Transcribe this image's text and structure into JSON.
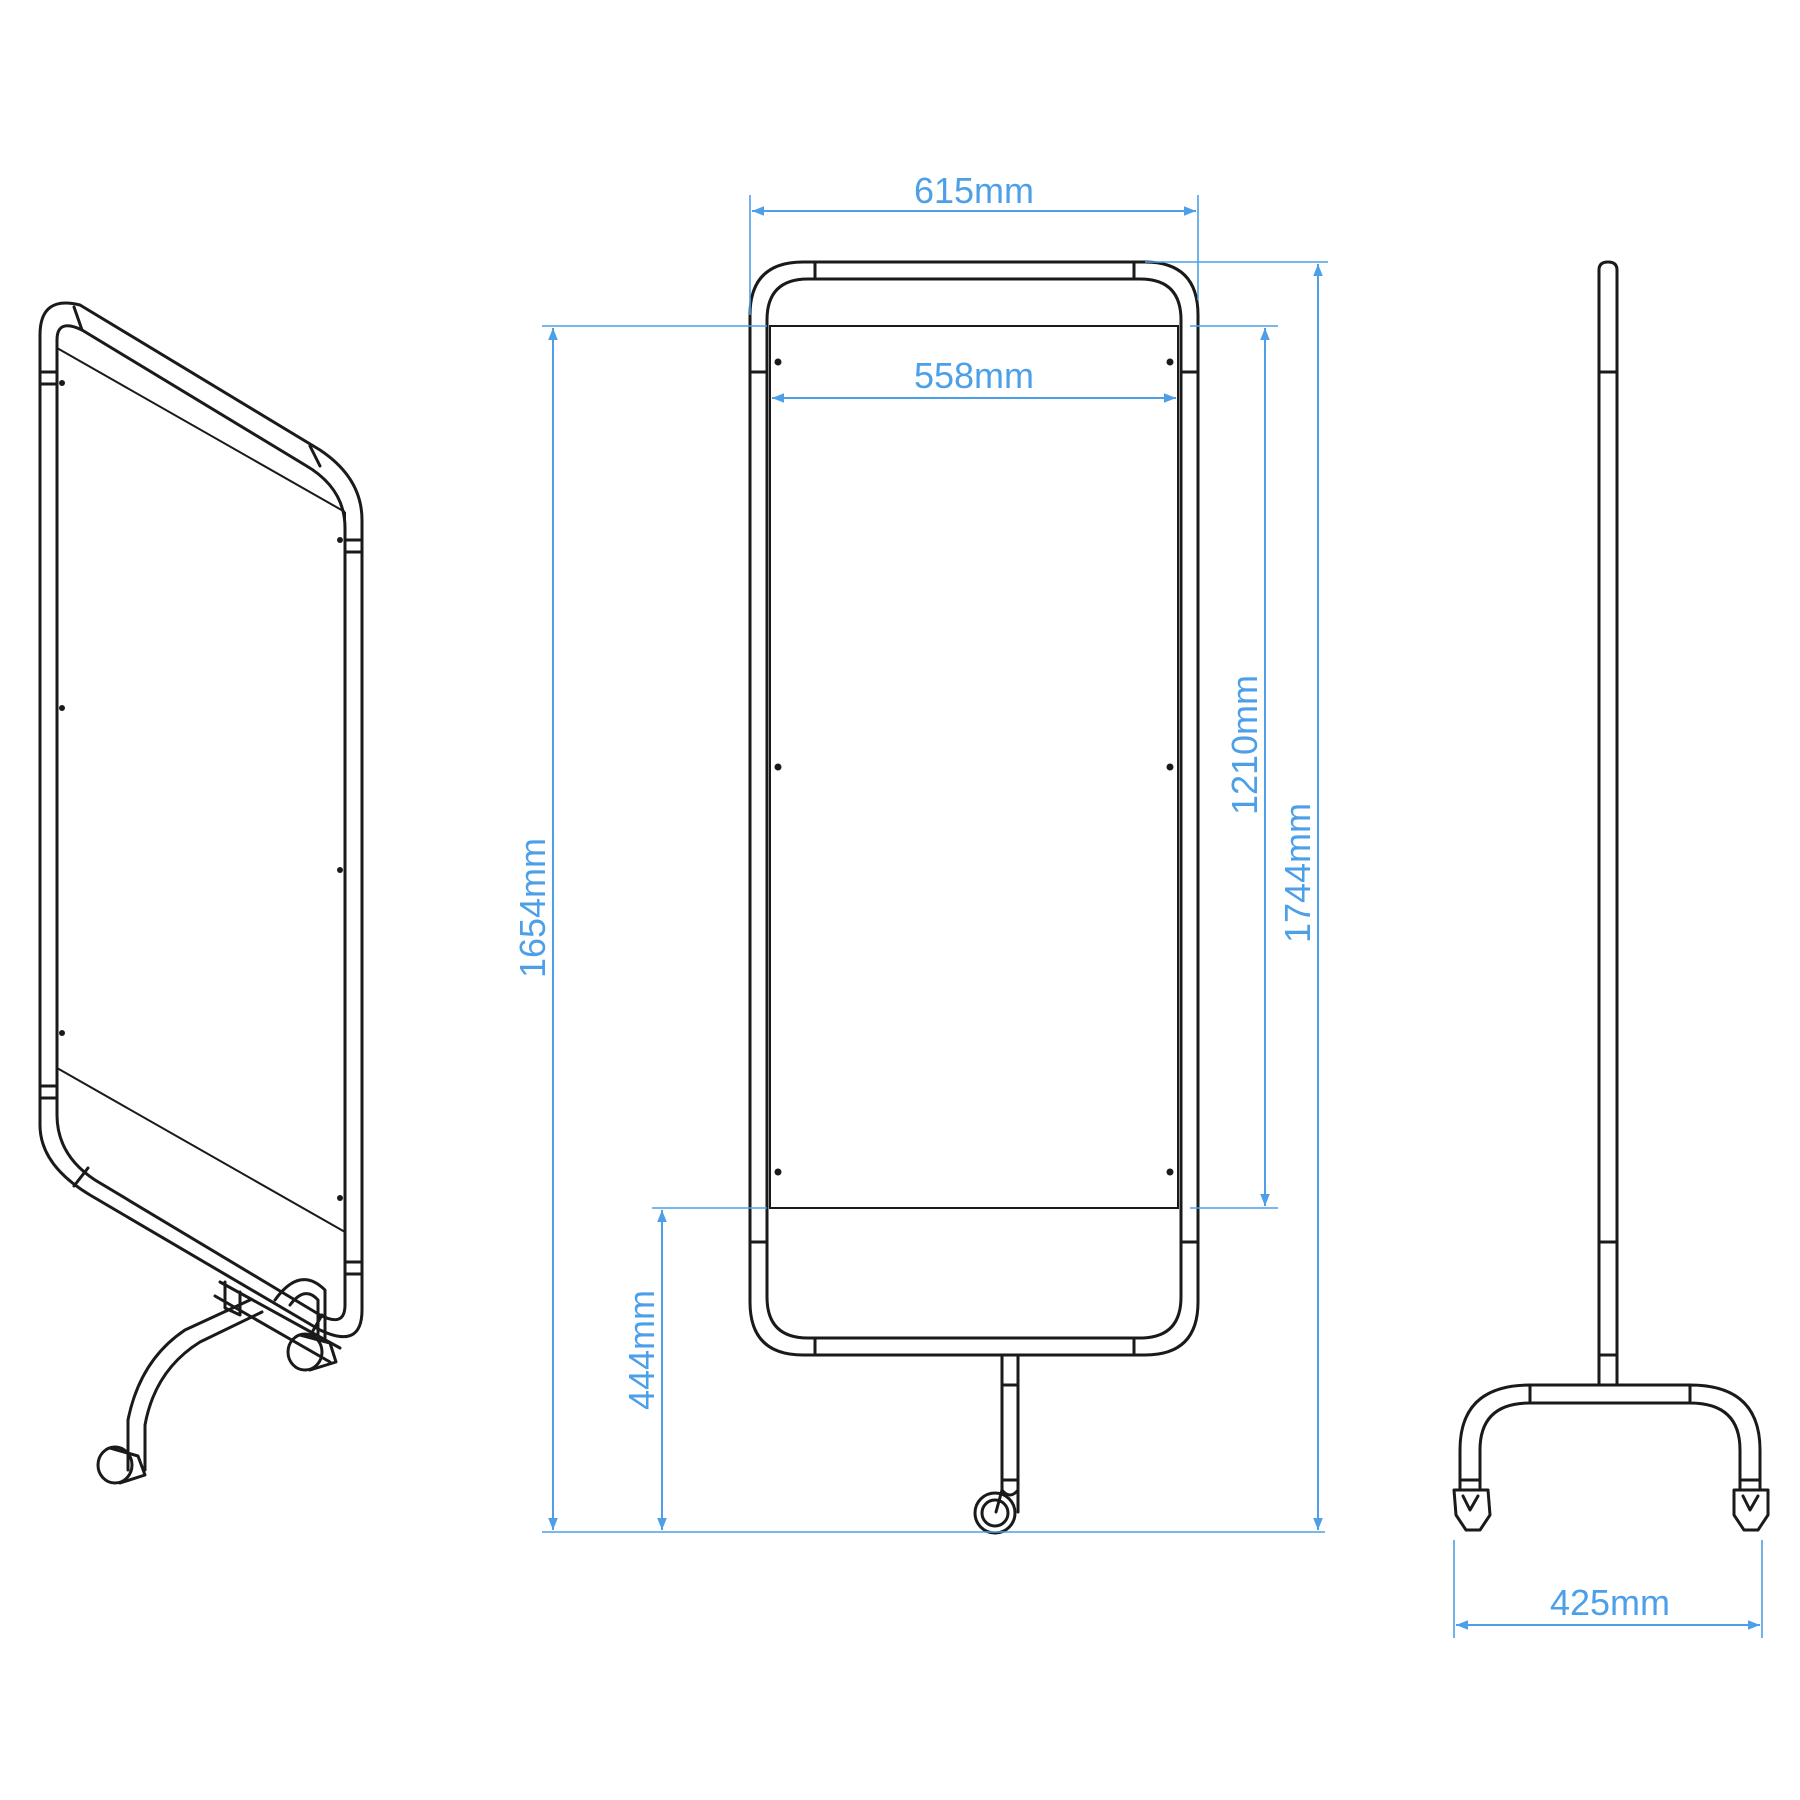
{
  "dimensions": {
    "overall_width": "615mm",
    "panel_width": "558mm",
    "overall_height": "1744mm",
    "frame_height": "1654mm",
    "panel_height": "1210mm",
    "base_height": "444mm",
    "base_width": "425mm"
  },
  "colors": {
    "dimension": "#4da0e8",
    "outline": "#1a1a1a",
    "background": "#ffffff"
  }
}
